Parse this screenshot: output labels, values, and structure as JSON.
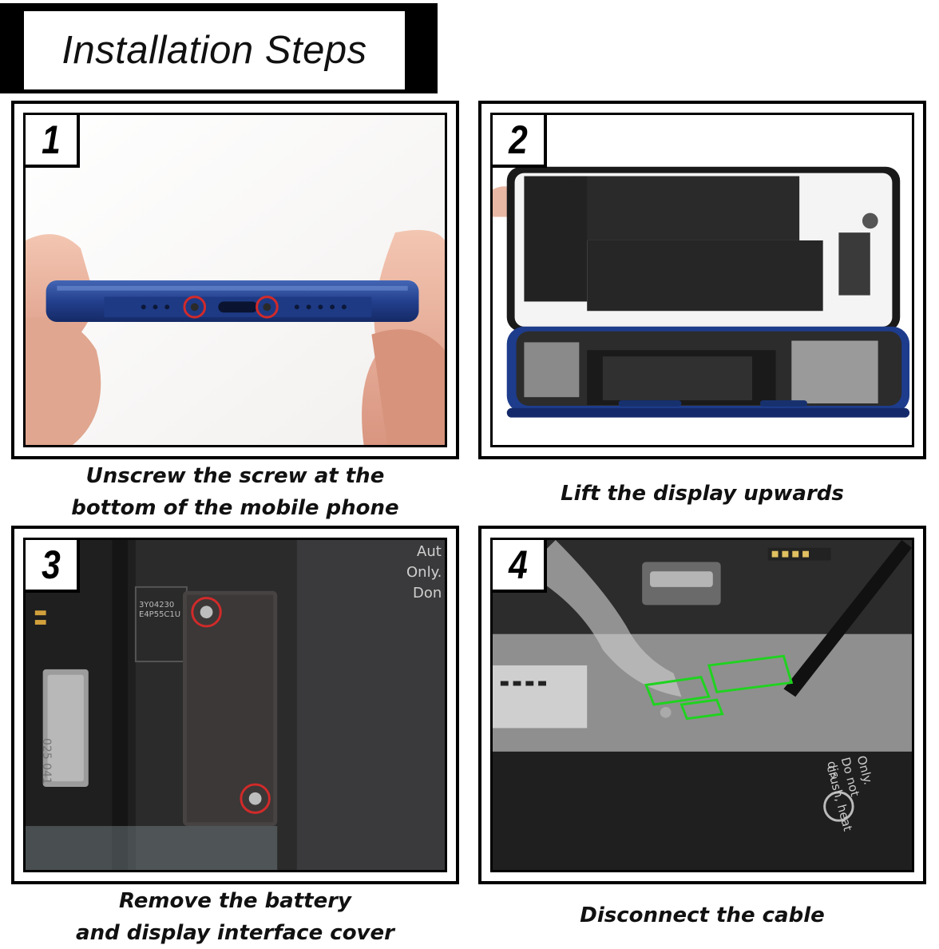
{
  "title": "Installation Steps",
  "steps": [
    {
      "number": "1",
      "caption_line1": "Unscrew the screw at the",
      "caption_line2": "bottom of the mobile phone"
    },
    {
      "number": "2",
      "caption_line1": "Lift the display upwards",
      "caption_line2": ""
    },
    {
      "number": "3",
      "caption_line1": "Remove the battery",
      "caption_line2": "and display interface cover"
    },
    {
      "number": "4",
      "caption_line1": "Disconnect the cable",
      "caption_line2": ""
    }
  ],
  "photo3_text": {
    "line1": "Aut",
    "line2": "Only.",
    "line3": "Don",
    "chip1": "3Y04230",
    "chip2": "E4P55C1U",
    "label": "025 041"
  },
  "photo4_text": {
    "line1": "Only.",
    "line2": "Do not dis",
    "line3": "crush, heat"
  },
  "colors": {
    "phone_blue": "#23408e",
    "screw_ring": "#d22a2a",
    "highlight": "#1fd31f"
  }
}
